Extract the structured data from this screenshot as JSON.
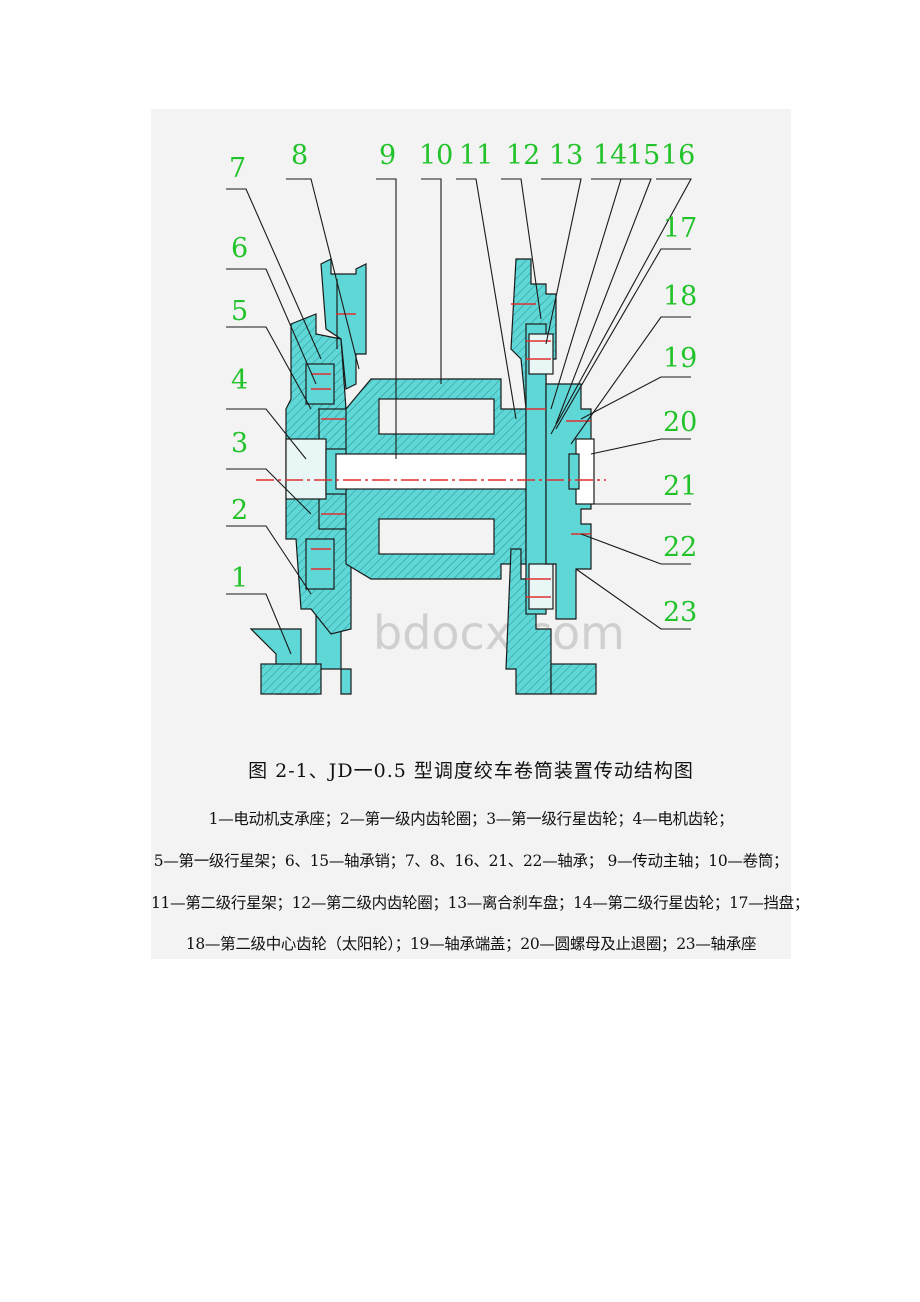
{
  "watermark": "bdocx.com",
  "callouts": {
    "c1": "1",
    "c2": "2",
    "c3": "3",
    "c4": "4",
    "c5": "5",
    "c6": "6",
    "c7": "7",
    "c8": "8",
    "c9": "9",
    "c10": "10",
    "c11": "11",
    "c12": "12",
    "c13": "13",
    "c14": "14",
    "c15": "15",
    "c16": "16",
    "c17": "17",
    "c18": "18",
    "c19": "19",
    "c20": "20",
    "c21": "21",
    "c22": "22",
    "c23": "23"
  },
  "caption": {
    "title": "图 2-1、JD一0.5 型调度绞车卷筒装置传动结构图",
    "legend": [
      "1—电动机支承座；2—第一级内齿轮圈；3—第一级行星齿轮；4—电机齿轮；",
      "5—第一级行星架；6、15—轴承销；7、8、16、21、22—轴承； 9—传动主轴；10—卷筒；",
      "11—第二级行星架；12—第二级内齿轮圈；13—离合刹车盘；14—第二级行星齿轮；17—挡盘；",
      "18—第二级中心齿轮（太阳轮）；19—轴承端盖；20—圆螺母及止退圈；23—轴承座"
    ]
  },
  "colors": {
    "metal": "#5fd7d7",
    "outline": "#1a1a1a",
    "centerline": "#e03030",
    "callout": "#22c32a",
    "panel": "#f3f3f3"
  }
}
